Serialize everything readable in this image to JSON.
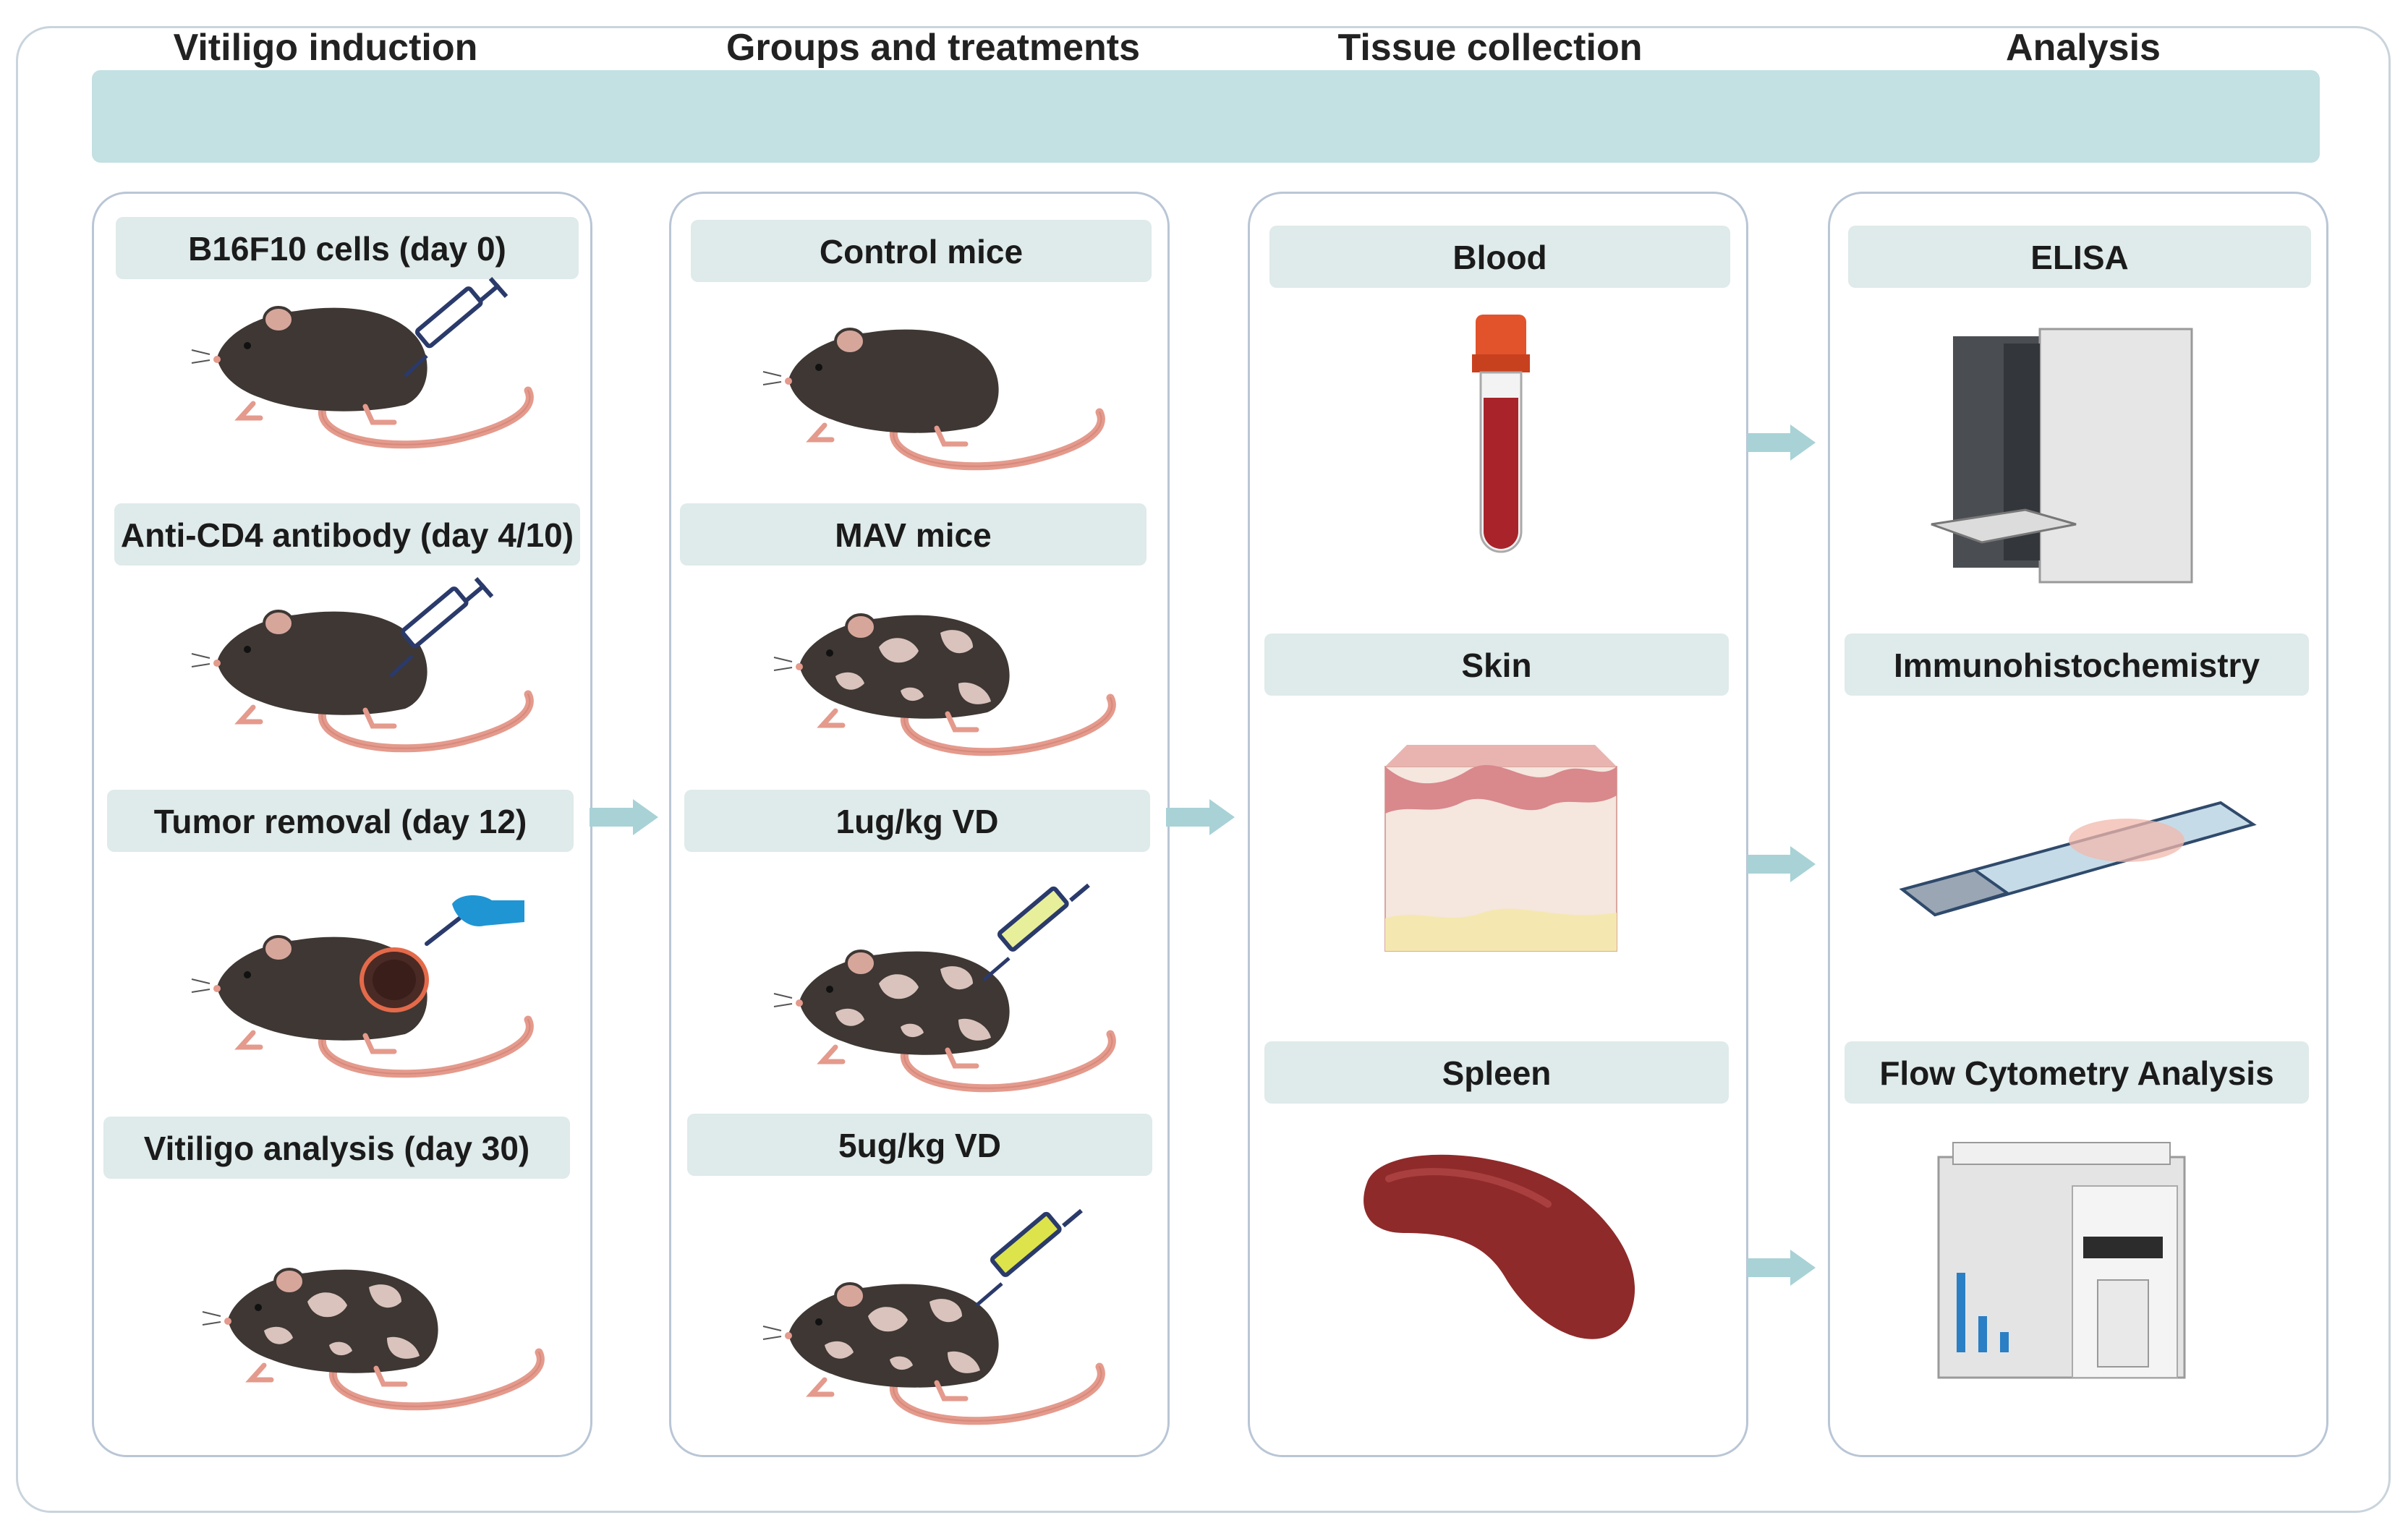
{
  "header": {
    "stages": [
      "Vitiligo induction",
      "Groups and treatments",
      "Tissue collection",
      "Analysis"
    ]
  },
  "induction": {
    "steps": [
      "B16F10 cells (day 0)",
      "Anti-CD4 antibody (day 4/10)",
      "Tumor removal (day 12)",
      "Vitiligo analysis (day 30)"
    ]
  },
  "groups": {
    "items": [
      "Control mice",
      "MAV mice",
      "1ug/kg VD",
      "5ug/kg VD"
    ]
  },
  "tissues": {
    "items": [
      "Blood",
      "Skin",
      "Spleen"
    ]
  },
  "analysis": {
    "items": [
      "ELISA",
      "Immunohistochemistry",
      "Flow Cytometry Analysis"
    ]
  },
  "colors": {
    "header_bg": "#c3e0e2",
    "label_bg": "#dfeaea",
    "panel_border": "#b9c6d6",
    "arrow": "#a8d2d6",
    "mouse_fur": "#3e3734",
    "mouse_patch": "#d9c3bc",
    "tail": "#e49a8c",
    "syringe": "#2a3a6b",
    "blood": "#a8242a",
    "spleen": "#8f2a2a"
  }
}
